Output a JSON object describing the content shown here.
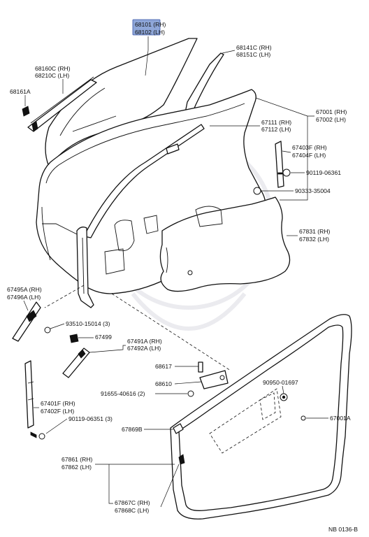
{
  "labels": {
    "l68101": "68101 (RH)",
    "l68102": "68102 (LH)",
    "l68160c": "68160C (RH)",
    "l68210c": "68210C (LH)",
    "l68161a": "68161A",
    "l68141c": "68141C (RH)",
    "l68151c": "68151C (LH)",
    "l67001": "67001 (RH)",
    "l67002": "67002 (LH)",
    "l67111": "67111 (RH)",
    "l67112": "67112 (LH)",
    "l67403f": "67403F (RH)",
    "l67404f": "67404F (LH)",
    "l90119_06361": "90119-06361",
    "l90333_35004": "90333-35004",
    "l67831": "67831 (RH)",
    "l67832": "67832 (LH)",
    "l67495a": "67495A (RH)",
    "l67496a": "67496A (LH)",
    "l93510": "93510-15014 (3)",
    "l67499": "67499",
    "l67491a": "67491A (RH)",
    "l67492a": "67492A (LH)",
    "l68617": "68617",
    "l68610": "68610",
    "l91655": "91655-40616 (2)",
    "l90950": "90950-01697",
    "l67401f": "67401F (RH)",
    "l67402f": "67402F (LH)",
    "l90119_06351": "90119-06351 (3)",
    "l67001a": "67001A",
    "l67869b": "67869B",
    "l67861": "67861 (RH)",
    "l67862": "67862 (LH)",
    "l67867c": "67867C (RH)",
    "l67868c": "67868C (LH)",
    "ref": "NB 0136-B"
  },
  "colors": {
    "highlight": "#8ea6d8",
    "line": "#111111"
  }
}
